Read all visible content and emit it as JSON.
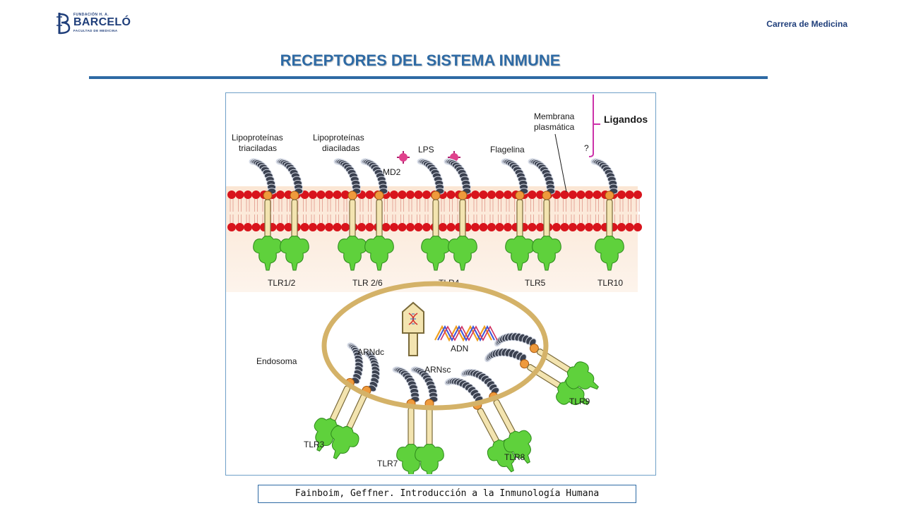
{
  "header": {
    "logo": {
      "small_text": "FUNDACIÓN H. A.",
      "name": "BARCELÓ",
      "subtitle": "FACULTAD DE MEDICINA"
    },
    "career": "Carrera de Medicina"
  },
  "slide": {
    "title": "RECEPTORES DEL SISTEMA INMUNE",
    "citation": "Fainboim, Geffner. Introducción a la Inmunología Humana"
  },
  "diagram": {
    "ligands_label": "Ligandos",
    "membrane_label": [
      "Membrana",
      "plasmática"
    ],
    "endosome_label": "Endosoma",
    "ligands": {
      "tlr12": [
        "Lipoproteínas",
        "triaciladas"
      ],
      "tlr26": [
        "Lipoproteínas",
        "diaciladas"
      ],
      "md2": "MD2",
      "lps": "LPS",
      "flagellin": "Flagelina",
      "unknown": "?",
      "dsrna": "ARNdc",
      "dna": "ADN",
      "ssrna": "ARNsc"
    },
    "receptors": {
      "surface": [
        "TLR1/2",
        "TLR 2/6",
        "TLR4",
        "TLR5",
        "TLR10"
      ],
      "endosomal": [
        "TLR3",
        "TLR7",
        "TLR8",
        "TLR9"
      ]
    },
    "colors": {
      "lipid_head": "#d8141c",
      "membrane_bg": "#f8dcc4",
      "receptor_stem": "#f3e4b0",
      "receptor_body": "#5fd13c",
      "hinge": "#ef9a3c",
      "ectodomain": "#3b4150",
      "endosome": "#d4b268",
      "md2": "#e0408c",
      "ligands_brace": "#cc33aa"
    }
  }
}
